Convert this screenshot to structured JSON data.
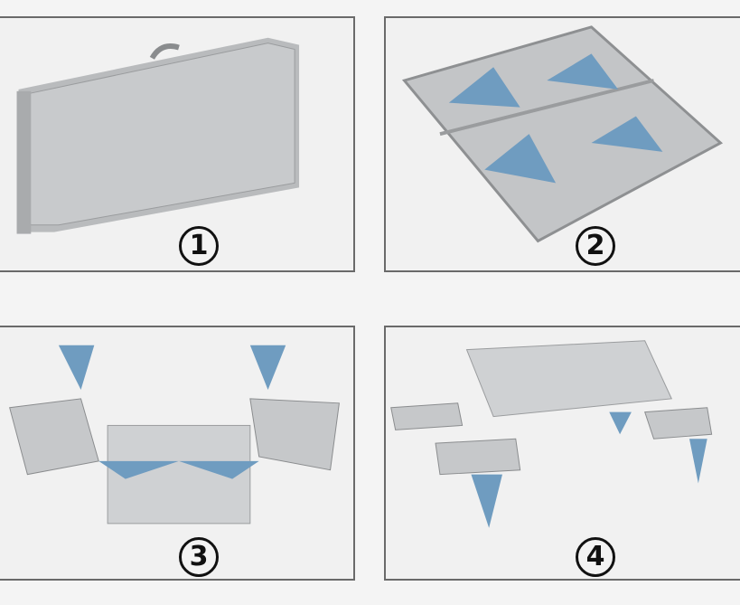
{
  "steps": [
    {
      "label": "1",
      "description_mark": "circled-number"
    },
    {
      "label": "2",
      "description_mark": "circled-number"
    },
    {
      "label": "3",
      "description_mark": "circled-number"
    },
    {
      "label": "4",
      "description_mark": "circled-number"
    }
  ],
  "colors": {
    "aluminum": "#c9cbcd",
    "blue_plastic": "#6f9cc0",
    "frame": "#6a6a6a"
  }
}
